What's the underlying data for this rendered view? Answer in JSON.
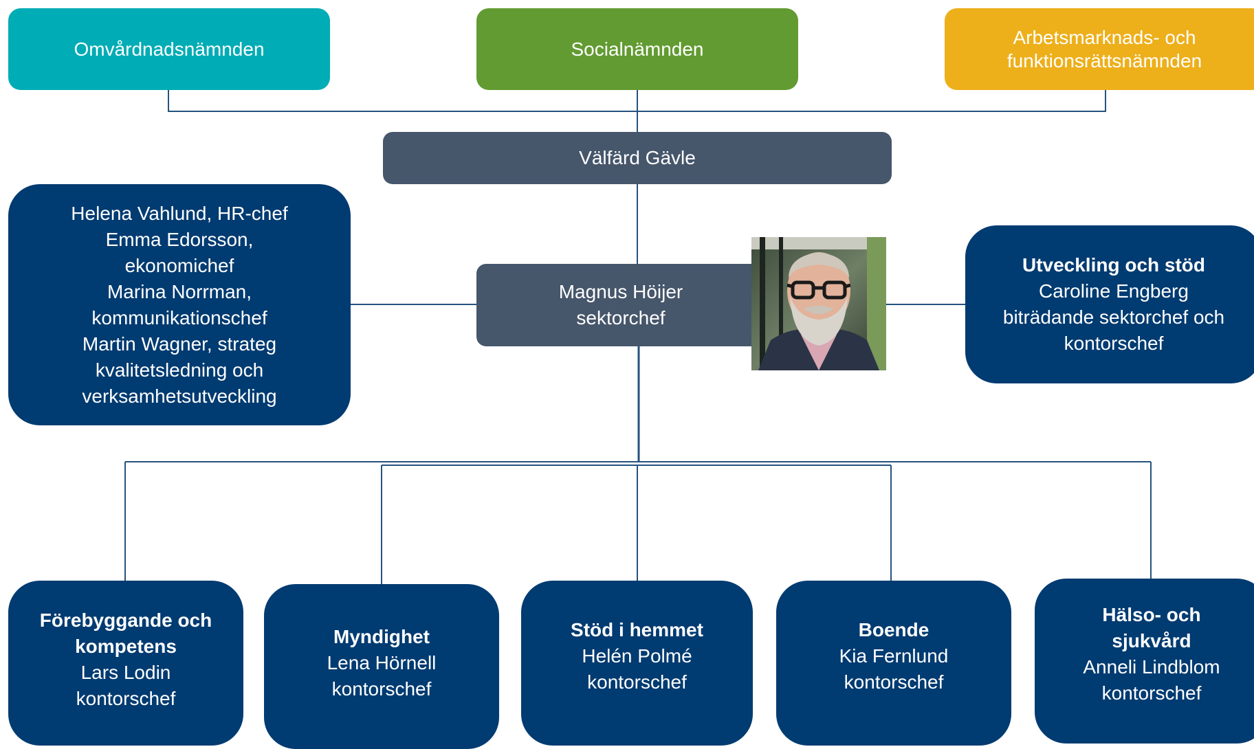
{
  "colors": {
    "teal": "#00acb5",
    "green": "#629b31",
    "gold": "#edaf1a",
    "slate": "#46566b",
    "navy": "#003b71",
    "line": "#24527e"
  },
  "boards": [
    {
      "label": "Omvårdnadsnämnden"
    },
    {
      "label": "Socialnämnden"
    },
    {
      "label": "Arbetsmarknads- och funktionsrättsnämnden"
    }
  ],
  "sector": {
    "label": "Välfärd Gävle"
  },
  "chief": {
    "name": "Magnus Höijer",
    "role": "sektorchef",
    "photo_icon": "person-portrait-icon"
  },
  "staff": {
    "lines": [
      "Helena Vahlund, HR-chef",
      "Emma Edorsson,",
      "ekonomichef",
      "Marina Norrman,",
      "kommunikationschef",
      "Martin Wagner, strateg",
      "kvalitetsledning och",
      "verksamhetsutveckling"
    ]
  },
  "development": {
    "title": "Utveckling och stöd",
    "name": "Caroline Engberg",
    "role": "biträdande sektorchef och kontorschef"
  },
  "offices": [
    {
      "title": "Förebyggande och kompetens",
      "name": "Lars Lodin",
      "role": "kontorschef"
    },
    {
      "title": "Myndighet",
      "name": "Lena Hörnell",
      "role": "kontorschef"
    },
    {
      "title": "Stöd i hemmet",
      "name": "Helén Polmé",
      "role": "kontorschef"
    },
    {
      "title": "Boende",
      "name": "Kia Fernlund",
      "role": "kontorschef"
    },
    {
      "title": "Hälso- och sjukvård",
      "name": "Anneli Lindblom",
      "role": "kontorschef"
    }
  ]
}
